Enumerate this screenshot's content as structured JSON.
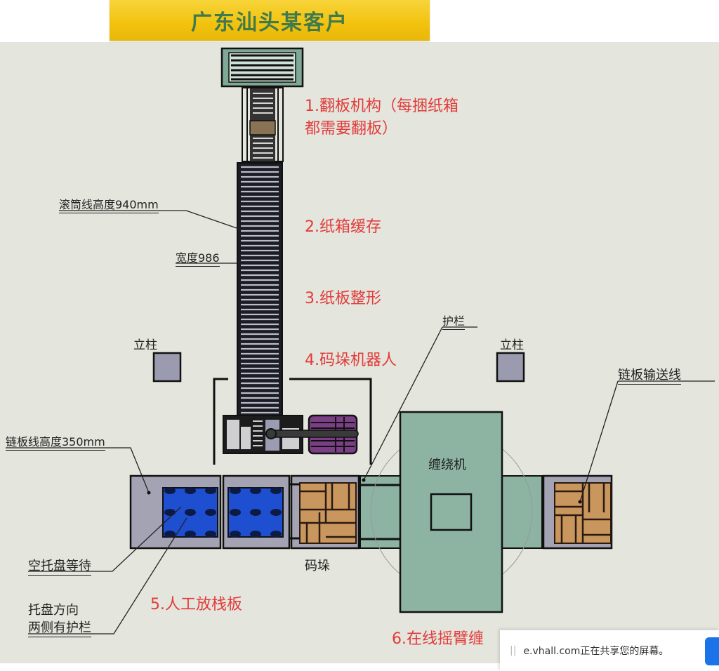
{
  "title": "广东汕头某客户",
  "steps": {
    "s1_line1": "1.翻板机构（每捆纸箱",
    "s1_line2": "都需要翻板）",
    "s2": "2.纸箱缓存",
    "s3": "3.纸板整形",
    "s4": "4.码垛机器人",
    "s5": "5.人工放栈板",
    "s6": "6.在线摇臂缠"
  },
  "labels": {
    "roller_height": "滚筒线高度940mm",
    "width": "宽度986",
    "guardrail": "护栏",
    "pillar_left": "立柱",
    "pillar_right": "立柱",
    "chain_conveyor": "链板输送线",
    "chain_height": "链板线高度350mm",
    "empty_pallet": "空托盘等待",
    "pallet_dir_1": "托盘方向",
    "pallet_dir_2": "两侧有护栏",
    "palletizing": "码垛",
    "wrapper": "缠绕机"
  },
  "colors": {
    "background": "#e4e5dc",
    "title_bar": "#f2c20d",
    "title_text": "#3f7a4e",
    "step_text": "#e23b3b",
    "pallet_blue": "#1e4fd0",
    "carton": "#c9965e",
    "wrapper_green": "#8db3a3",
    "conveyor_gray": "#a3a3b3"
  },
  "toast": {
    "pause_icon": "||",
    "message": "e.vhall.com正在共享您的屏幕。"
  }
}
